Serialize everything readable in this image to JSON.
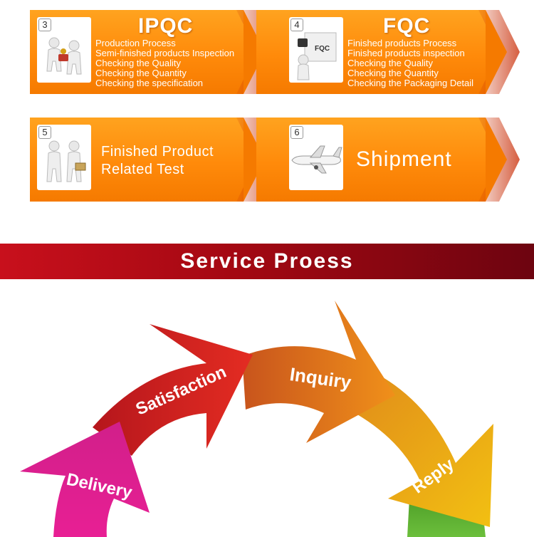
{
  "steps": [
    {
      "num": "3",
      "title": "IPQC",
      "lines": [
        "Production Process",
        "Semi-finished products Inspection",
        "Checking the Quality",
        "Checking the Quantity",
        "Checking the specification"
      ]
    },
    {
      "num": "4",
      "title": "FQC",
      "lines": [
        "Finished products Process",
        "Finished products inspection",
        "Checking the Quality",
        "Checking the Quantity",
        "Checking the Packaging Detail"
      ]
    },
    {
      "num": "5",
      "lines": [
        "Finished Product",
        "Related Test"
      ]
    },
    {
      "num": "6",
      "title": "Shipment"
    }
  ],
  "box_label": "FQC",
  "banner": {
    "title": "Service Proess"
  },
  "cycle": {
    "delivery": "Delivery",
    "satisfaction": "Satisfaction",
    "inquiry": "Inquiry",
    "reply": "Reply"
  },
  "colors": {
    "orange": "#ff8a0a",
    "banner_red": "#b30a16",
    "magenta": "#e0198c",
    "red": "#de2a1e",
    "amber": "#f0a61c",
    "yellow": "#f2c012",
    "green": "#5aa82e"
  }
}
